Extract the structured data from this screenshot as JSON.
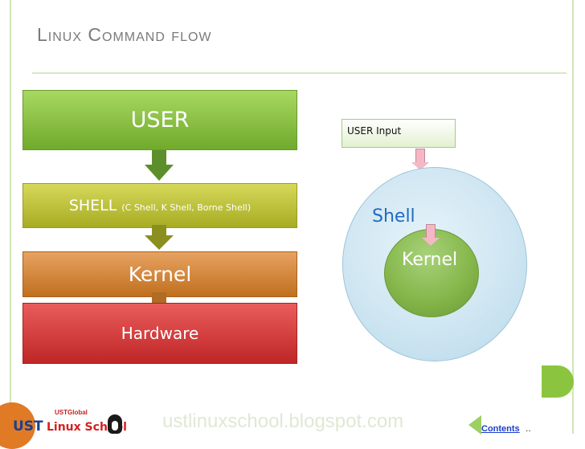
{
  "title": "Linux Command flow",
  "layers": {
    "user": "USER",
    "shell": "SHELL",
    "shell_sub": "(C Shell, K Shell, Borne Shell)",
    "kernel": "Kernel",
    "hardware": "Hardware"
  },
  "right_diagram": {
    "input_label": "USER  Input",
    "outer_label": "Shell",
    "inner_label": "Kernel"
  },
  "footer": {
    "logo_global": "USTGlobal",
    "logo_ust": "UST",
    "logo_school": "Linux School",
    "blog": "ustlinuxschool.blogspot.com",
    "contents": "Contents",
    "dots": ".."
  },
  "colors": {
    "user": "#8bc53f",
    "shell": "#c4c43a",
    "kernel": "#d98838",
    "hardware": "#d33a3a",
    "arrow": "#5c8f2c",
    "accent": "#cfe6b8"
  }
}
